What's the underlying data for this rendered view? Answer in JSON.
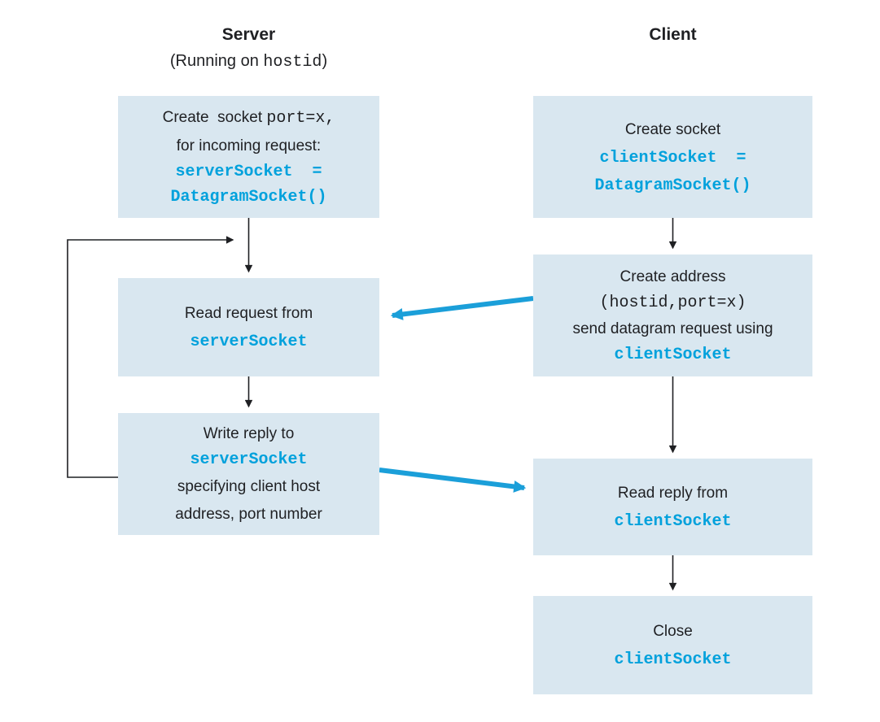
{
  "colors": {
    "box_fill": "#d9e7f0",
    "code_blue": "#00a1dc",
    "arrow_blue": "#1b9fd9",
    "ink": "#1f2023"
  },
  "server": {
    "title": "Server",
    "subtitle_open": "(Running on ",
    "subtitle_code": "hostid",
    "subtitle_close": ")",
    "box1": {
      "l1a": "Create  socket ",
      "l1b": "port=x,",
      "l2": "for incoming request:",
      "c1": "serverSocket  =",
      "c2": "DatagramSocket()"
    },
    "box2": {
      "l1": "Read request from",
      "c1": "serverSocket"
    },
    "box3": {
      "l1": "Write reply to",
      "c1": "serverSocket",
      "l2": "specifying client host",
      "l3": "address, port number"
    }
  },
  "client": {
    "title": "Client",
    "box1": {
      "l1": "Create socket",
      "c1": "clientSocket  =",
      "c2": "DatagramSocket()"
    },
    "box2": {
      "l1": "Create address",
      "m1": "(hostid,port=x)",
      "l2": "send datagram request using",
      "c1": "clientSocket"
    },
    "box3": {
      "l1": "Read reply from",
      "c1": "clientSocket"
    },
    "box4": {
      "l1": "Close",
      "c1": "clientSocket"
    }
  }
}
